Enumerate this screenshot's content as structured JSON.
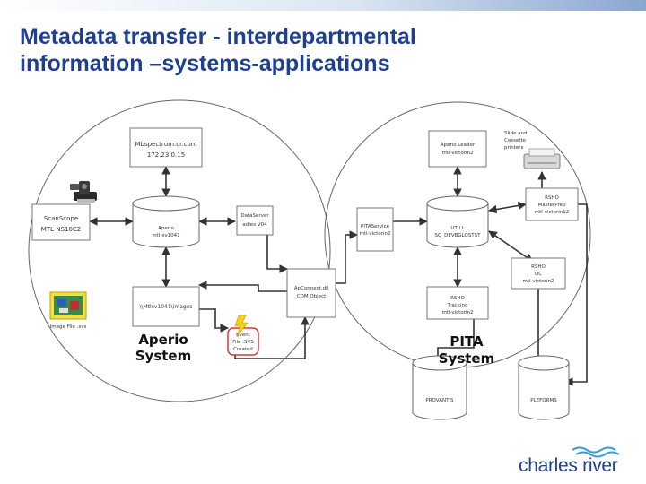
{
  "slide": {
    "title_line1": "Metadata transfer - interdepartmental",
    "title_line2": "information –systems-applications"
  },
  "nodes": {
    "mbspectrum": {
      "line1": "Mbspectrum.cr.com",
      "line2": "172.23.0.15"
    },
    "aperio_db": {
      "line1": "Aperio",
      "line2": "mtl-sv1041"
    },
    "dataserver": {
      "line1": "DataServer",
      "line2": "adles V04"
    },
    "scanscope": {
      "line1": "ScanScope",
      "line2": "MTL-NS10C2"
    },
    "image_files": {
      "line1": "\\\\Mtlsv1041\\images"
    },
    "image_file_svs": {
      "line1": "Image File .svs"
    },
    "event": {
      "line1": "Event",
      "line2": "File .SVS",
      "line3": "Created"
    },
    "apconnect": {
      "line1": "ApConnect.dll",
      "line2": "COM Object"
    },
    "aperio_leader": {
      "line1": "Aperio.Leader",
      "line2": "mtl-victorin2"
    },
    "slide_cassette": {
      "line1": "Slide and",
      "line2": "Cassette",
      "line3": "printers"
    },
    "rsho_master": {
      "line1": "RSHO",
      "line2": "MasterPrep",
      "line3": "mtl-victorin12"
    },
    "pitaservice": {
      "line1": "PITAService",
      "line2": "mtl-victorin2"
    },
    "utill": {
      "line1": "UTILL",
      "line2": "SQ_DEVBGLOSTST"
    },
    "rsho_qc": {
      "line1": "RSHO",
      "line2": "QC",
      "line3": "mtl-victorin2"
    },
    "rsho_tracking": {
      "line1": "RSHO",
      "line2": "Tracking",
      "line3": "mtl-victorin2"
    },
    "provantis": {
      "line1": "PROVANTIS"
    },
    "pleform": {
      "line1": "PLEFORMS"
    }
  },
  "systems": {
    "aperio_line1": "Aperio",
    "aperio_line2": "System",
    "pita_line1": "PITA",
    "pita_line2": "System"
  },
  "logo": {
    "text": "charles river"
  },
  "colors": {
    "title": "#1f3f8f",
    "top_bar": "#8aa6cf",
    "line": "#555555",
    "event_border": "#d43a3a",
    "lightning": "#f2d21b"
  },
  "icons": [
    "microscope-icon",
    "image-thumbnail-icon",
    "lightning-icon",
    "printer-icon",
    "waves-logo-icon"
  ]
}
